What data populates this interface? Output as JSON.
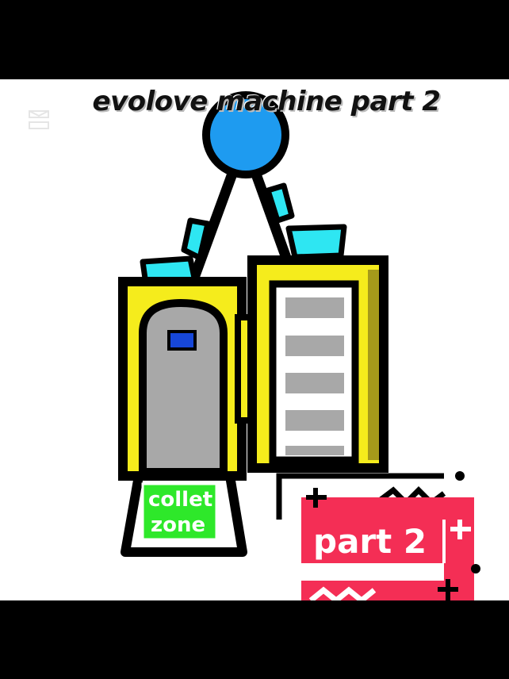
{
  "title": "evolove machine part 2",
  "machine": {
    "zone_label_line1": "collet",
    "zone_label_line2": "zone"
  },
  "sticker": {
    "label": "part 2"
  },
  "colors": {
    "yellow": "#f5ec1c",
    "cyan": "#2ee6f2",
    "blue_ball": "#1e9bf0",
    "gray": "#a8a8a8",
    "green": "#2ee82a",
    "pink": "#f42e55",
    "screen_blue": "#1747d8",
    "olive": "#a59a1a"
  },
  "icons": [
    "envelope-icon",
    "plus-icon",
    "zigzag-icon",
    "dot-icon"
  ]
}
